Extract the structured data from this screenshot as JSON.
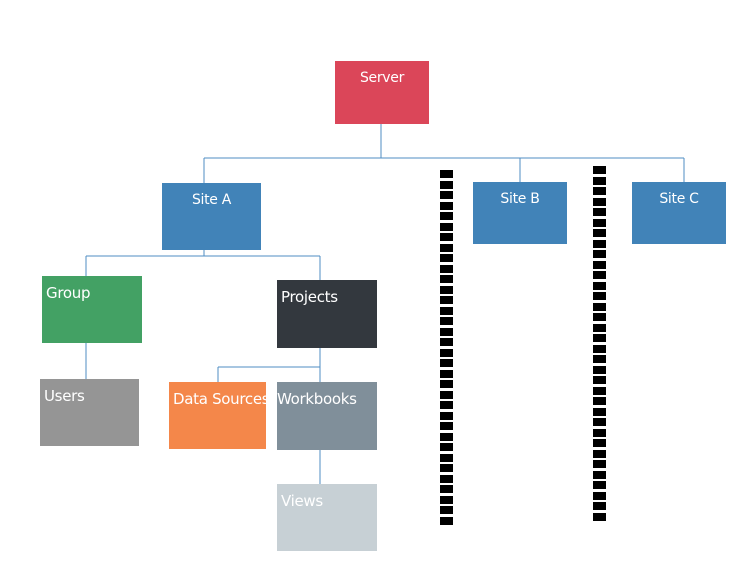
{
  "colors": {
    "server": "#DB4659",
    "site": "#4183B8",
    "group": "#43A164",
    "projects": "#33383E",
    "users": "#959595",
    "data_sources": "#F4874A",
    "workbooks": "#808F9A",
    "views": "#C7D0D5",
    "connector": "#4F8DC3"
  },
  "nodes": {
    "server": {
      "label": "Server"
    },
    "site_a": {
      "label": "Site A"
    },
    "site_b": {
      "label": "Site B"
    },
    "site_c": {
      "label": "Site C"
    },
    "group": {
      "label": "Group"
    },
    "projects": {
      "label": "Projects"
    },
    "users": {
      "label": "Users"
    },
    "data_sources": {
      "label": "Data Sources"
    },
    "workbooks": {
      "label": "Workbooks"
    },
    "views": {
      "label": "Views"
    }
  }
}
